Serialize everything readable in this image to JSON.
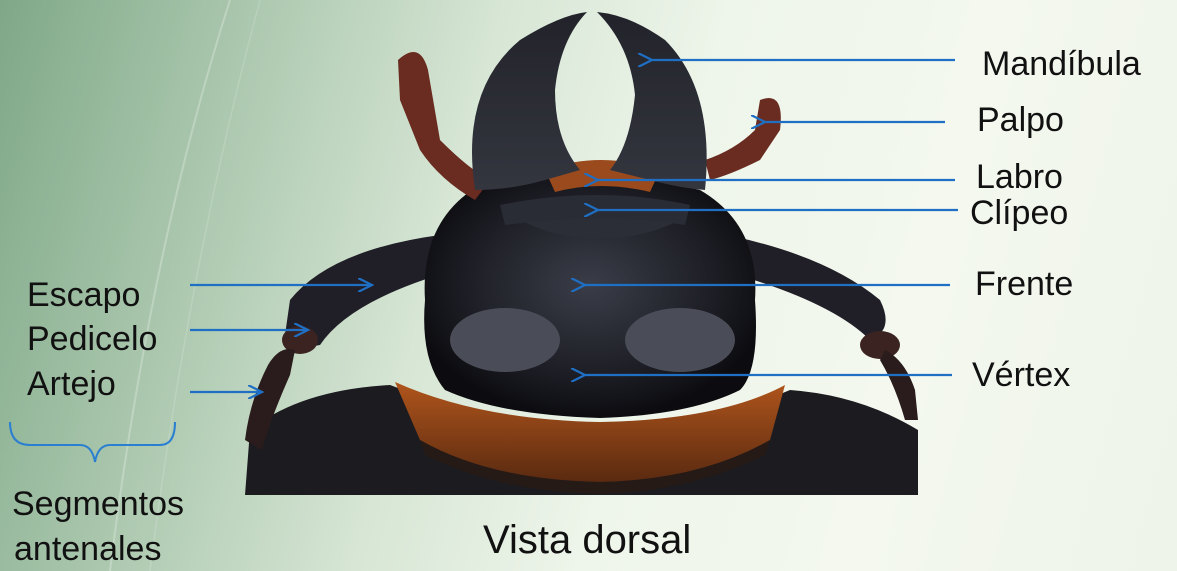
{
  "diagram": {
    "caption": "Vista dorsal",
    "labels": {
      "mandibula": "Mandíbula",
      "palpo": "Palpo",
      "labro": "Labro",
      "clipeo": "Clípeo",
      "frente": "Frente",
      "vertex": "Vértex",
      "escapo": "Escapo",
      "pedicelo": "Pedicelo",
      "artejo": "Artejo",
      "segmentos_line1": "Segmentos",
      "segmentos_line2": "antenales"
    },
    "colors": {
      "arrow": "#1f6fc4",
      "brace": "#2a7fd0",
      "text": "#111111"
    }
  }
}
